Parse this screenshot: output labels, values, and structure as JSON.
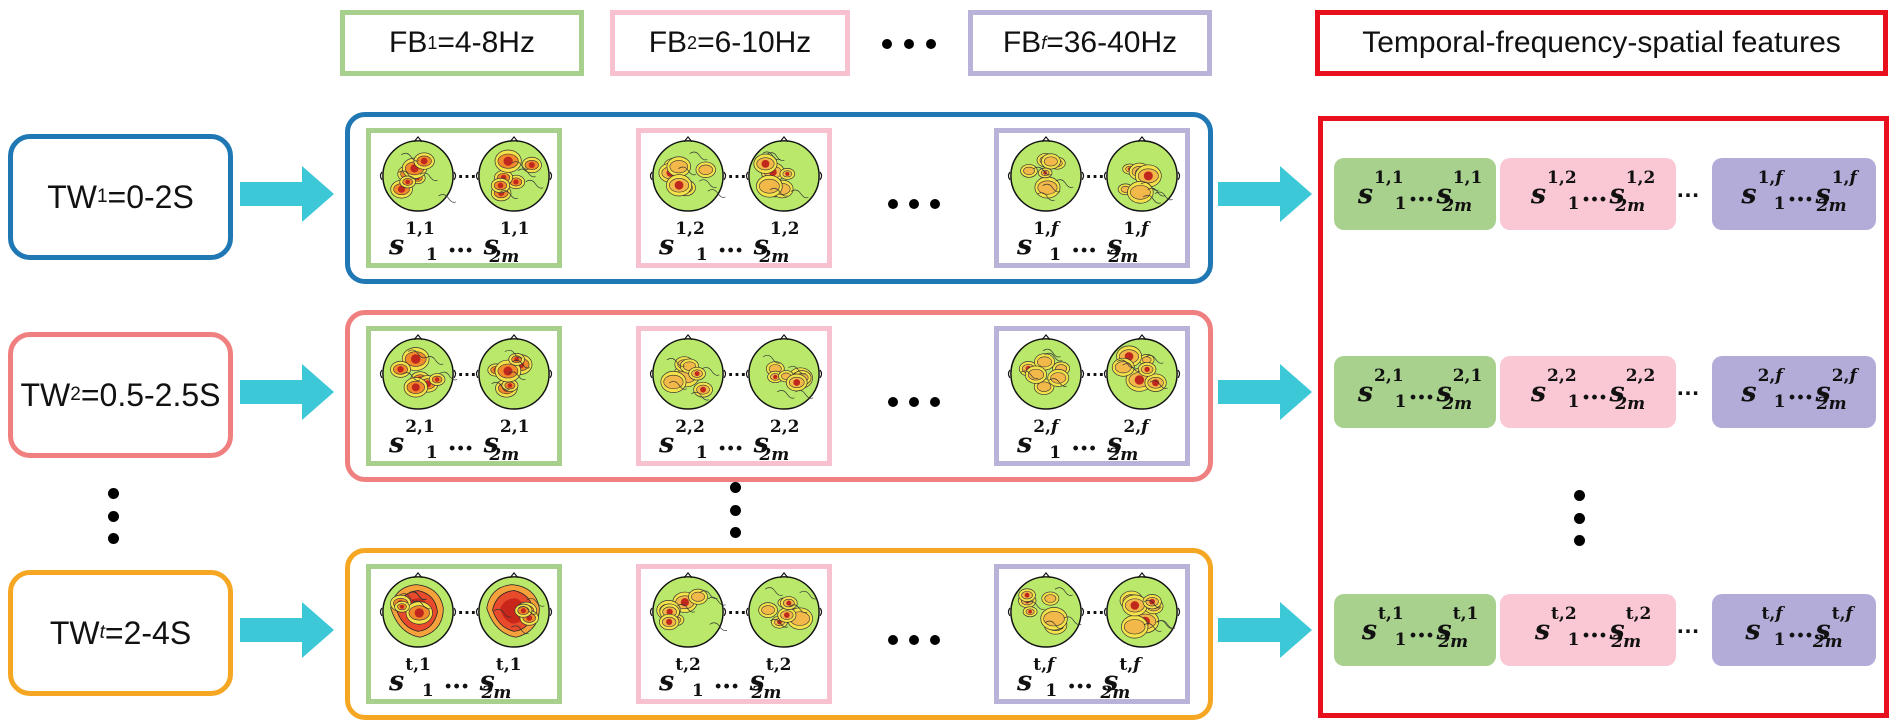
{
  "header": {
    "fb1": {
      "label": "FB",
      "sub": "1",
      "range": "=4-8Hz"
    },
    "fb2": {
      "label": "FB",
      "sub": "2",
      "range": "=6-10Hz"
    },
    "fbf": {
      "label": "FB",
      "sub": "f",
      "range": "=36-40Hz"
    },
    "features_title": "Temporal-frequency-spatial features"
  },
  "windows": [
    {
      "label": "TW",
      "sub": "1",
      "range": "=0-2S",
      "row_idx": "1"
    },
    {
      "label": "TW",
      "sub": "2",
      "range": "=0.5-2.5S",
      "row_idx": "2"
    },
    {
      "label": "TW",
      "sub": "t",
      "range": "=2-4S",
      "row_idx": "t"
    }
  ],
  "band_idx": [
    "1",
    "2",
    "f"
  ],
  "symbols": {
    "s": "s",
    "first": "1",
    "last": "2m",
    "ellipsis": "…",
    "comma": ","
  },
  "colors": {
    "blue": "#1f77b4",
    "salmon": "#f08080",
    "orange": "#f5a623",
    "green_border": "#a8d08d",
    "pink_border": "#f7c1cf",
    "purple_border": "#b9b2d9",
    "red": "#e8101c",
    "cyan": "#3cc8d6",
    "green_fill": "#a9d18e",
    "pink_fill": "#f9c8d4",
    "purple_fill": "#b4acd8"
  },
  "icons": [
    "head-topomap-icon",
    "arrow-right-icon"
  ]
}
